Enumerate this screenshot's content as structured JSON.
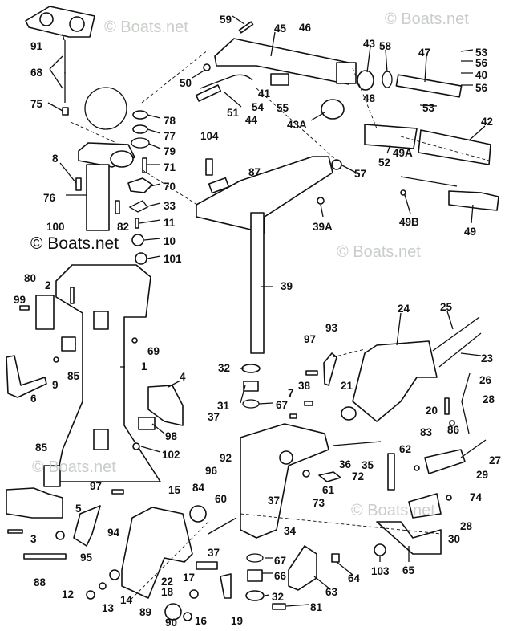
{
  "diagram": {
    "watermark": "© Boats.net",
    "copyright": "© Boats.net",
    "labels": [
      "91",
      "68",
      "75",
      "78",
      "77",
      "79",
      "71",
      "70",
      "33",
      "11",
      "82",
      "10",
      "101",
      "8",
      "76",
      "100",
      "50",
      "51",
      "44",
      "59",
      "104",
      "87",
      "45",
      "46",
      "43",
      "58",
      "47",
      "53",
      "56",
      "40",
      "56",
      "48",
      "53",
      "43A",
      "42",
      "52",
      "49A",
      "57",
      "39A",
      "49B",
      "49",
      "41",
      "54",
      "55",
      "80",
      "2",
      "99",
      "69",
      "1",
      "85",
      "9",
      "6",
      "4",
      "98",
      "32",
      "31",
      "37",
      "85",
      "102",
      "92",
      "96",
      "97",
      "15",
      "84",
      "60",
      "5",
      "94",
      "3",
      "95",
      "37",
      "88",
      "12",
      "17",
      "22",
      "18",
      "14",
      "13",
      "89",
      "16",
      "19",
      "90",
      "39",
      "24",
      "25",
      "93",
      "97",
      "23",
      "21",
      "38",
      "7",
      "67",
      "26",
      "28",
      "20",
      "86",
      "83",
      "62",
      "36",
      "35",
      "72",
      "27",
      "29",
      "61",
      "37",
      "73",
      "74",
      "28",
      "30",
      "34",
      "67",
      "66",
      "64",
      "103",
      "65",
      "63",
      "32",
      "81"
    ]
  }
}
